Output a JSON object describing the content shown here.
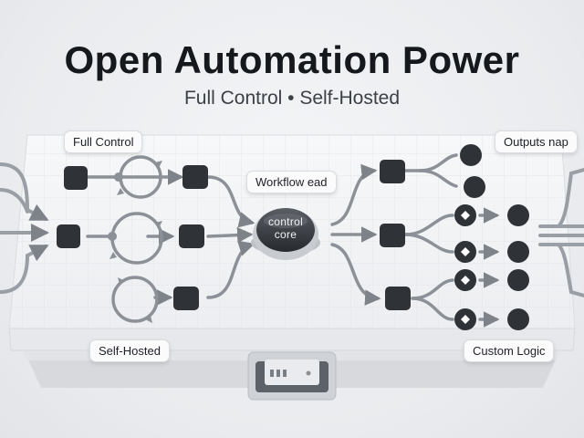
{
  "header": {
    "title": "Open Automation Power",
    "subtitle": "Full Control • Self-Hosted"
  },
  "tags": {
    "full_control": "Full Control",
    "workflow": "Workflow ead",
    "outputs": "Outputs nap",
    "self_hosted": "Self-Hosted",
    "custom_logic": "Custom Logic"
  },
  "core": {
    "line1": "control",
    "line2": "core"
  },
  "colors": {
    "node": "#2f3237",
    "connector": "#8c9097",
    "platform": "#f3f4f6",
    "title": "#15181d"
  }
}
